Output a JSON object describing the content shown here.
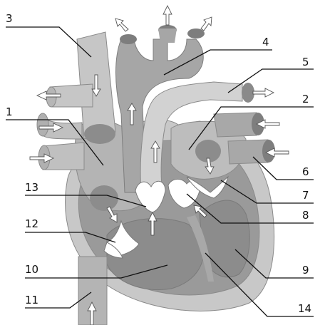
{
  "labels": [
    {
      "id": "n1",
      "text": "1"
    },
    {
      "id": "n2",
      "text": "2"
    },
    {
      "id": "n3",
      "text": "3"
    },
    {
      "id": "n4",
      "text": "4"
    },
    {
      "id": "n5",
      "text": "5"
    },
    {
      "id": "n6",
      "text": "6"
    },
    {
      "id": "n7",
      "text": "7"
    },
    {
      "id": "n8",
      "text": "8"
    },
    {
      "id": "n9",
      "text": "9"
    },
    {
      "id": "n10",
      "text": "10"
    },
    {
      "id": "n11",
      "text": "11"
    },
    {
      "id": "n12",
      "text": "12"
    },
    {
      "id": "n13",
      "text": "13"
    },
    {
      "id": "n14",
      "text": "14"
    }
  ],
  "colors": {
    "background": "#ffffff",
    "pericardium": "#c8c8c8",
    "heart_wall": "#9a9a9a",
    "chamber_dark": "#8c8c8c",
    "vessel_light": "#d2d2d2",
    "vessel_mid": "#b4b4b4",
    "vessel_dark": "#808080",
    "valve": "#ffffff",
    "text": "#111111"
  }
}
